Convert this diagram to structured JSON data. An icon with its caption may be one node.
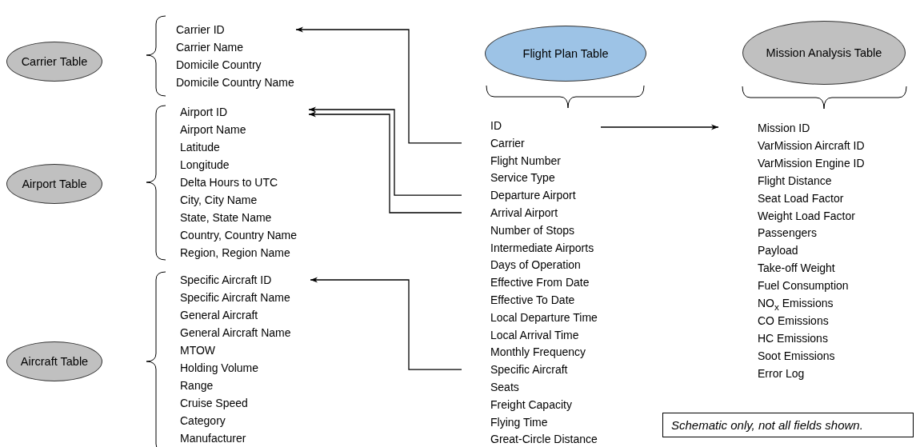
{
  "diagram": {
    "nodes": [
      {
        "text": [
          "Carrier Table"
        ]
      },
      {
        "text": [
          "Carrier ID"
        ]
      },
      {
        "text": [
          "Airport Table"
        ]
      },
      {
        "text": [
          "Airport ID"
        ]
      },
      {
        "text": [
          "Aircraft Table"
        ]
      },
      {
        "text": [
          "Specific Aircraft ID"
        ]
      },
      {
        "text": [
          "Flight Plan Table"
        ]
      },
      {
        "text": [
          "ID"
        ]
      },
      {
        "text": [
          "Carrier"
        ]
      },
      {
        "text": [
          "Departure Airport"
        ]
      },
      {
        "text": [
          "Arrival Airport"
        ]
      },
      {
        "text": [
          "Specific Aircraft"
        ]
      },
      {
        "text": [
          "Mission Analysis Table"
        ]
      },
      {
        "text": [
          "Mission ID"
        ]
      },
      {
        "text": [
          "Schematic only, not all fields shown."
        ]
      }
    ],
    "edges": [
      {
        "from": 8,
        "to": 1,
        "arrow": "to"
      },
      {
        "from": 9,
        "to": 3,
        "arrow": "to"
      },
      {
        "from": 10,
        "to": 3,
        "arrow": "to"
      },
      {
        "from": 11,
        "to": 5,
        "arrow": "to"
      },
      {
        "from": null,
        "to": 13,
        "arrow": "to"
      }
    ],
    "labels": [
      "Carrier Name",
      "Domicile Country",
      "Domicile Country Name",
      "Airport Name",
      "Latitude",
      "Longitude",
      "Delta Hours to UTC",
      "City, City Name",
      "State, State Name",
      "Country, Country Name",
      "Region, Region Name",
      "Specific Aircraft Name",
      "General Aircraft",
      "General Aircraft Name",
      "MTOW",
      "Holding Volume",
      "Range",
      "Cruise Speed",
      "Category",
      "Manufacturer",
      "Flight Number",
      "Service Type",
      "Number of Stops",
      "Intermediate Airports",
      "Days of Operation",
      "Effective From Date",
      "Effective To Date",
      "Local Departure Time",
      "Local Arrival Time",
      "Monthly Frequency",
      "Seats",
      "Freight Capacity",
      "Flying Time",
      "Great-Circle Distance",
      "VarMission Aircraft ID",
      "VarMission Engine ID",
      "Flight Distance",
      "Seat Load Factor",
      "Weight Load Factor",
      "Passengers",
      "Payload",
      "Take-off Weight",
      "Fuel Consumption",
      "NO$_{x}$ Emissions",
      "CO Emissions",
      "HC Emissions",
      "Soot Emissions",
      "Error Log"
    ]
  }
}
